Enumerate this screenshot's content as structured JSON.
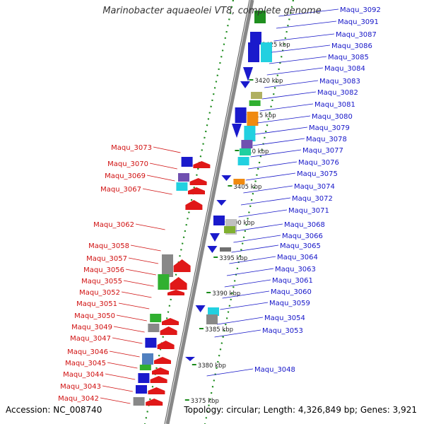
{
  "title": "Marinobacter aquaeolei VT8, complete genome",
  "accession": "Accession: NC_008740",
  "topology": "Topology: circular; Length: 4,326,849 bp; Genes: 3,921",
  "colors": {
    "forward_label": "#1515c8",
    "reverse_label": "#d01010",
    "backbone": "#888888",
    "ticks": "#1a8a1a"
  },
  "kbp_ticks": [
    "3425 kbp",
    "3420 kbp",
    "3415 kbp",
    "3410 kbp",
    "3405 kbp",
    "3400 kbp",
    "3395 kbp",
    "3390 kbp",
    "3385 kbp",
    "3380 kbp",
    "3375 kbp"
  ],
  "forward_genes": [
    "Maqu_3092",
    "Maqu_3091",
    "Maqu_3087",
    "Maqu_3086",
    "Maqu_3085",
    "Maqu_3084",
    "Maqu_3083",
    "Maqu_3082",
    "Maqu_3081",
    "Maqu_3080",
    "Maqu_3079",
    "Maqu_3078",
    "Maqu_3077",
    "Maqu_3076",
    "Maqu_3075",
    "Maqu_3074",
    "Maqu_3072",
    "Maqu_3071",
    "Maqu_3068",
    "Maqu_3066",
    "Maqu_3065",
    "Maqu_3064",
    "Maqu_3063",
    "Maqu_3061",
    "Maqu_3060",
    "Maqu_3059",
    "Maqu_3054",
    "Maqu_3053",
    "Maqu_3048"
  ],
  "reverse_genes": [
    "Maqu_3073",
    "Maqu_3070",
    "Maqu_3069",
    "Maqu_3067",
    "Maqu_3062",
    "Maqu_3058",
    "Maqu_3057",
    "Maqu_3056",
    "Maqu_3055",
    "Maqu_3052",
    "Maqu_3051",
    "Maqu_3050",
    "Maqu_3049",
    "Maqu_3047",
    "Maqu_3046",
    "Maqu_3045",
    "Maqu_3044",
    "Maqu_3043",
    "Maqu_3042"
  ]
}
